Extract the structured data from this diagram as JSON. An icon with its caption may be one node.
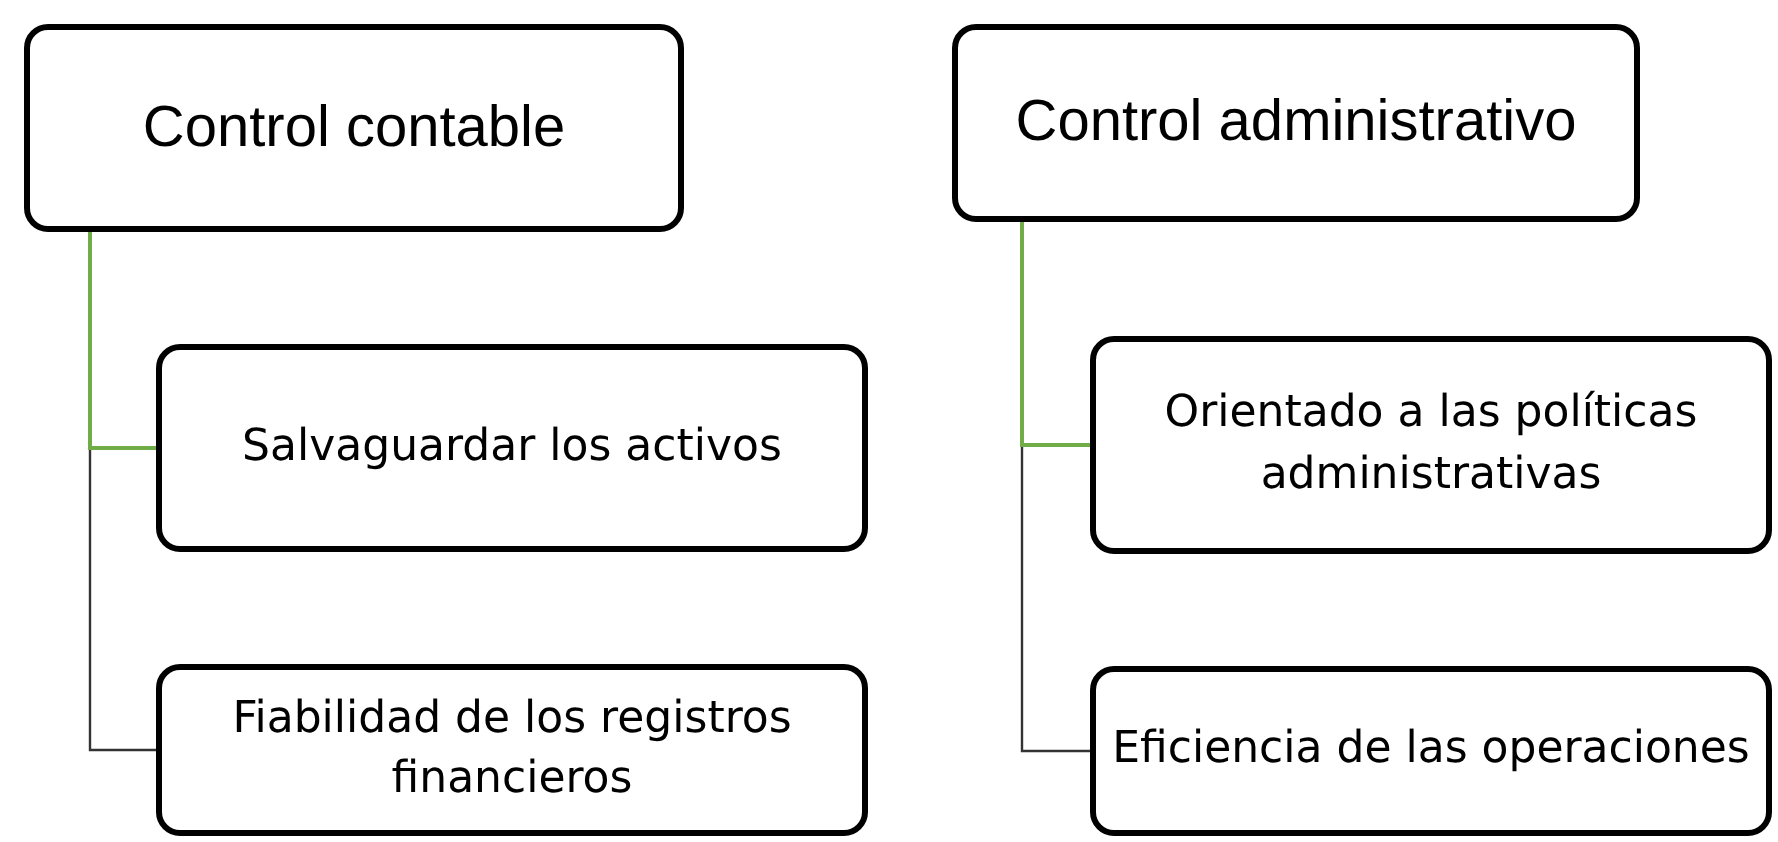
{
  "diagram": {
    "nodes": [
      {
        "text": [
          "Control contable"
        ]
      },
      {
        "text": [
          "Salvaguardar los activos"
        ]
      },
      {
        "text": [
          "Fiabilidad de los registros financieros"
        ]
      },
      {
        "text": [
          "Control administrativo"
        ]
      },
      {
        "text": [
          "Orientado a las políticas administrativas"
        ]
      },
      {
        "text": [
          "Eficiencia de las operaciones"
        ]
      }
    ],
    "edges": [
      {
        "from": 0,
        "to": 2,
        "arrow": "none"
      },
      {
        "from": 0,
        "to": 1,
        "arrow": "none",
        "color": "#70ad47"
      },
      {
        "from": 3,
        "to": 5,
        "arrow": "none"
      },
      {
        "from": 3,
        "to": 4,
        "arrow": "none",
        "color": "#70ad47"
      }
    ]
  }
}
